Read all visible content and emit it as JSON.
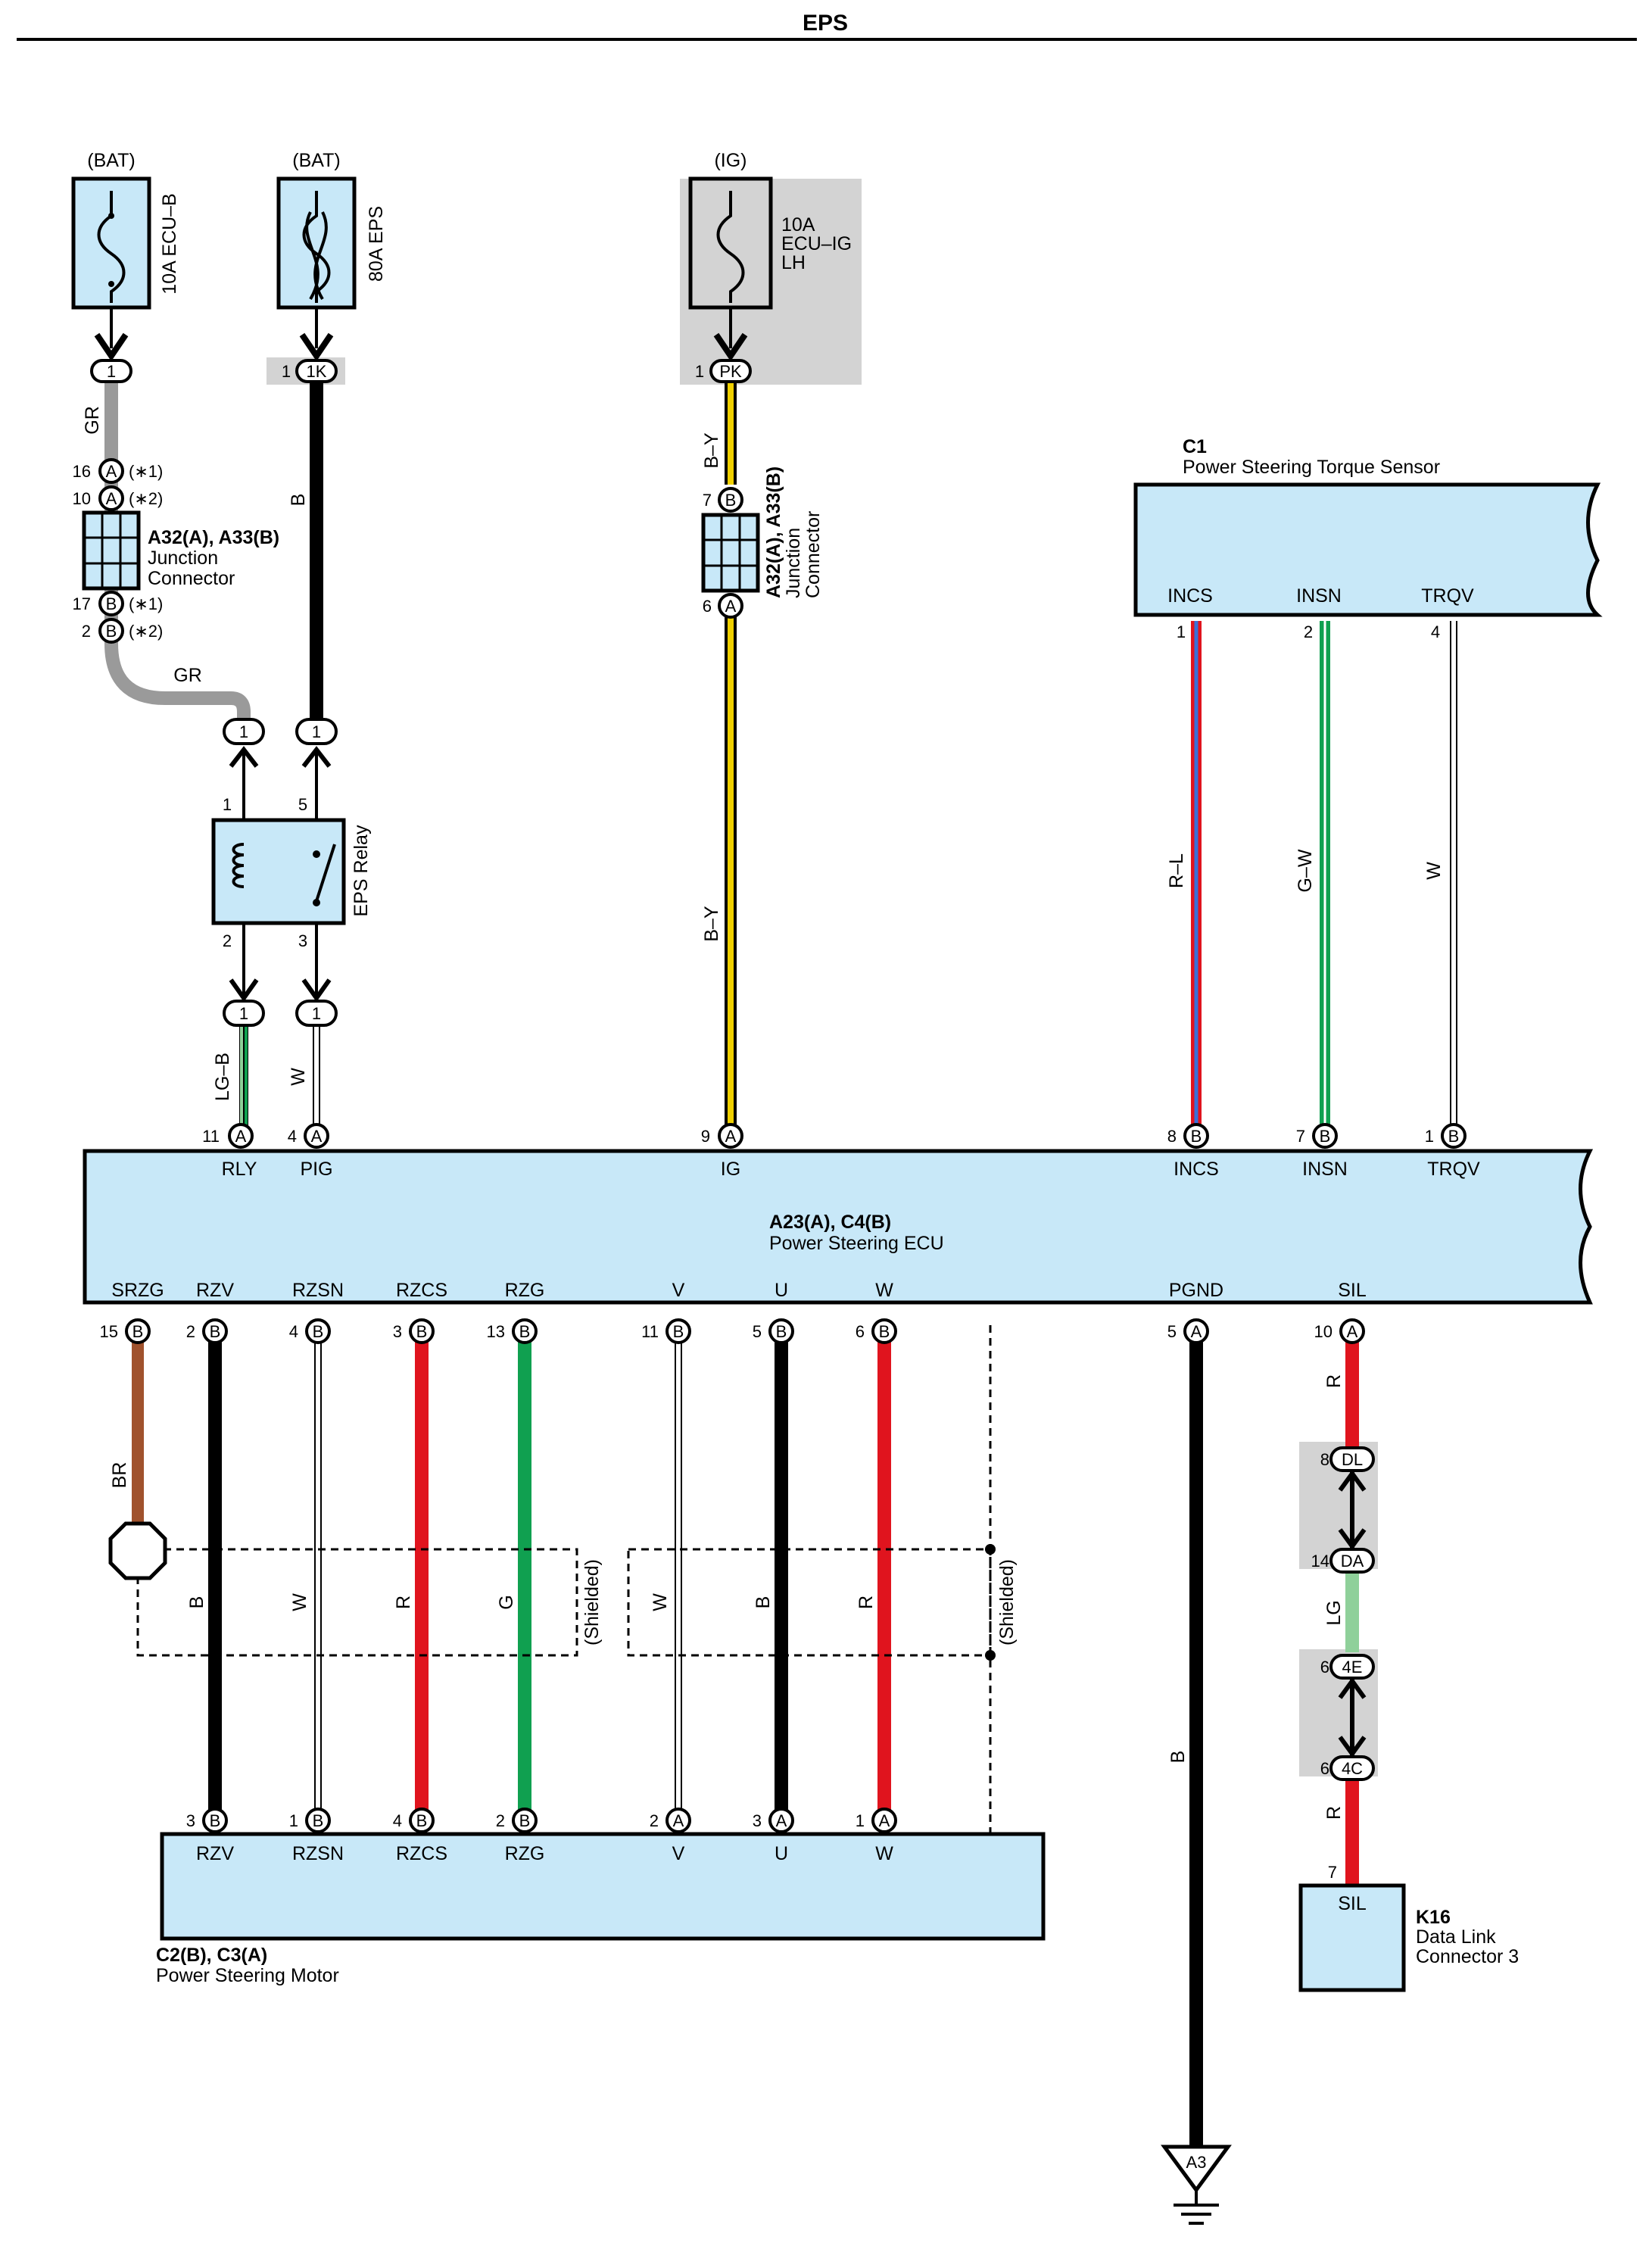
{
  "title": "EPS",
  "fuses": {
    "ecub": {
      "source": "(BAT)",
      "label": "10A ECU–B",
      "pin": "1"
    },
    "eps": {
      "source": "(BAT)",
      "label": "80A EPS",
      "pin_no": "1",
      "pin": "1K"
    },
    "ecuig": {
      "source": "(IG)",
      "line1": "10A",
      "line2": "ECU–IG",
      "line3": "LH",
      "pin_no": "1",
      "pin": "PK"
    }
  },
  "junction_left": {
    "name": "A32(A), A33(B)",
    "line1": "Junction",
    "line2": "Connector",
    "pins": [
      {
        "no": "16",
        "letter": "A",
        "note": "(∗1)"
      },
      {
        "no": "10",
        "letter": "A",
        "note": "(∗2)"
      },
      {
        "no": "17",
        "letter": "B",
        "note": "(∗1)"
      },
      {
        "no": "2",
        "letter": "B",
        "note": "(∗2)"
      }
    ]
  },
  "junction_mid": {
    "name": "A32(A), A33(B)",
    "line1": "Junction",
    "line2": "Connector",
    "top_no": "7",
    "top_letter": "B",
    "bot_no": "6",
    "bot_letter": "A"
  },
  "relay": {
    "name": "EPS Relay",
    "pin1": "1",
    "pin5": "5",
    "pin2": "2",
    "pin3": "3",
    "conn": "1"
  },
  "torque_sensor": {
    "code": "C1",
    "name": "Power Steering Torque Sensor",
    "pins": [
      {
        "label": "INCS",
        "no": "1"
      },
      {
        "label": "INSN",
        "no": "2"
      },
      {
        "label": "TRQV",
        "no": "4"
      }
    ]
  },
  "ecu": {
    "code": "A23(A), C4(B)",
    "name": "Power Steering ECU",
    "top_pins": [
      {
        "label": "RLY",
        "no": "11",
        "letter": "A"
      },
      {
        "label": "PIG",
        "no": "4",
        "letter": "A"
      },
      {
        "label": "IG",
        "no": "9",
        "letter": "A"
      },
      {
        "label": "INCS",
        "no": "8",
        "letter": "B"
      },
      {
        "label": "INSN",
        "no": "7",
        "letter": "B"
      },
      {
        "label": "TRQV",
        "no": "1",
        "letter": "B"
      }
    ],
    "bottom_pins": [
      {
        "label": "SRZG",
        "no": "15",
        "letter": "B"
      },
      {
        "label": "RZV",
        "no": "2",
        "letter": "B"
      },
      {
        "label": "RZSN",
        "no": "4",
        "letter": "B"
      },
      {
        "label": "RZCS",
        "no": "3",
        "letter": "B"
      },
      {
        "label": "RZG",
        "no": "13",
        "letter": "B"
      },
      {
        "label": "V",
        "no": "11",
        "letter": "B"
      },
      {
        "label": "U",
        "no": "5",
        "letter": "B"
      },
      {
        "label": "W",
        "no": "6",
        "letter": "B"
      },
      {
        "label": "PGND",
        "no": "5",
        "letter": "A"
      },
      {
        "label": "SIL",
        "no": "10",
        "letter": "A"
      }
    ]
  },
  "motor": {
    "code": "C2(B), C3(A)",
    "name": "Power Steering Motor",
    "pins": [
      {
        "label": "RZV",
        "no": "3",
        "letter": "B"
      },
      {
        "label": "RZSN",
        "no": "1",
        "letter": "B"
      },
      {
        "label": "RZCS",
        "no": "4",
        "letter": "B"
      },
      {
        "label": "RZG",
        "no": "2",
        "letter": "B"
      },
      {
        "label": "V",
        "no": "2",
        "letter": "A"
      },
      {
        "label": "U",
        "no": "3",
        "letter": "A"
      },
      {
        "label": "W",
        "no": "1",
        "letter": "A"
      }
    ]
  },
  "dlc": {
    "code": "K16",
    "line1": "Data Link",
    "line2": "Connector 3",
    "pin_label": "SIL",
    "pin_no": "7"
  },
  "inline_connectors": [
    {
      "no": "8",
      "id": "DL"
    },
    {
      "no": "14",
      "id": "DA"
    },
    {
      "no": "6",
      "id": "4E"
    },
    {
      "no": "6",
      "id": "4C"
    }
  ],
  "ground": "A3",
  "shielded": "(Shielded)",
  "wire_colors": {
    "gr": "GR",
    "b": "B",
    "by": "B–Y",
    "rl": "R–L",
    "gw": "G–W",
    "w": "W",
    "lgb": "LG–B",
    "br": "BR",
    "r": "R",
    "g": "G",
    "lg": "LG"
  },
  "colors": {
    "box_fill": "#c8e8f8",
    "gray_wire": "#9a9a9a",
    "yellow": "#f0d000",
    "red": "#e0141e",
    "blue": "#3a6fd8",
    "green": "#10a050",
    "brown": "#a0522d",
    "light_green": "#8fd09a",
    "shade": "#d3d3d3"
  }
}
